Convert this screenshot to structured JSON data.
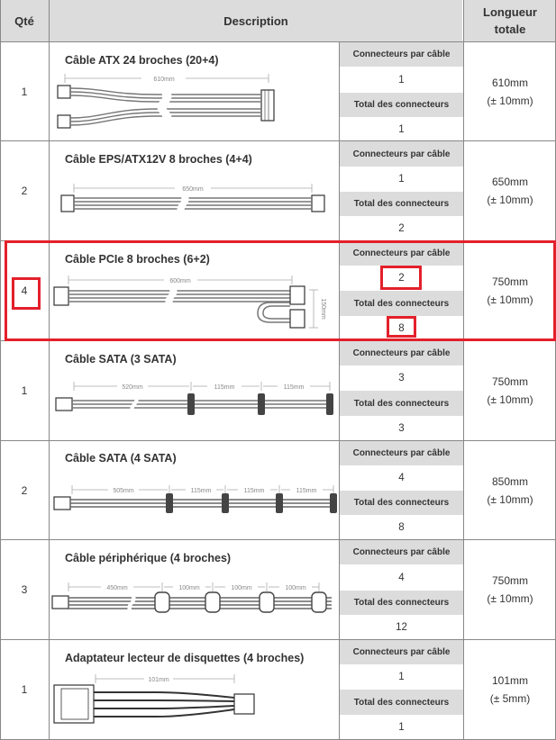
{
  "header": {
    "qty": "Qté",
    "description": "Description",
    "length_line1": "Longueur",
    "length_line2": "totale"
  },
  "spec_labels": {
    "per_cable": "Connecteurs par câble",
    "total": "Total des connecteurs"
  },
  "rows": [
    {
      "qty": "1",
      "title": "Câble ATX 24 broches (20+4)",
      "per_cable": "1",
      "total": "1",
      "length": "610mm",
      "tolerance": "(± 10mm)",
      "dims": [
        "610mm"
      ]
    },
    {
      "qty": "2",
      "title": "Câble EPS/ATX12V 8 broches (4+4)",
      "per_cable": "1",
      "total": "2",
      "length": "650mm",
      "tolerance": "(± 10mm)",
      "dims": [
        "650mm"
      ]
    },
    {
      "qty": "4",
      "title": "Câble PCIe 8 broches (6+2)",
      "per_cable": "2",
      "total": "8",
      "length": "750mm",
      "tolerance": "(± 10mm)",
      "dims": [
        "600mm",
        "150mm"
      ]
    },
    {
      "qty": "1",
      "title": "Câble SATA (3 SATA)",
      "per_cable": "3",
      "total": "3",
      "length": "750mm",
      "tolerance": "(± 10mm)",
      "dims": [
        "520mm",
        "115mm",
        "115mm"
      ]
    },
    {
      "qty": "2",
      "title": "Câble SATA (4 SATA)",
      "per_cable": "4",
      "total": "8",
      "length": "850mm",
      "tolerance": "(± 10mm)",
      "dims": [
        "505mm",
        "115mm",
        "115mm",
        "115mm"
      ]
    },
    {
      "qty": "3",
      "title": "Câble périphérique (4 broches)",
      "per_cable": "4",
      "total": "12",
      "length": "750mm",
      "tolerance": "(± 10mm)",
      "dims": [
        "450mm",
        "100mm",
        "100mm",
        "100mm"
      ]
    },
    {
      "qty": "1",
      "title": "Adaptateur lecteur de disquettes (4 broches)",
      "per_cable": "1",
      "total": "1",
      "length": "101mm",
      "tolerance": "(± 5mm)",
      "dims": [
        "101mm"
      ]
    }
  ],
  "colors": {
    "highlight": "#e3202b",
    "header_bg": "#dcdcdc",
    "cable": "#666666",
    "dim": "#aaaaaa"
  },
  "highlight_row": 2
}
